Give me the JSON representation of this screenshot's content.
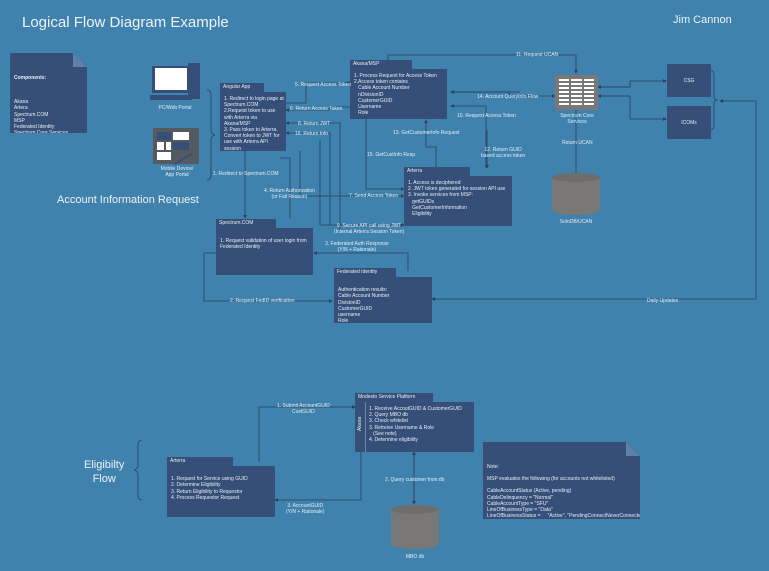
{
  "header": {
    "title": "Logical Flow Diagram Example",
    "author": "Jim Cannon"
  },
  "sections": {
    "account": "Account Information Request",
    "eligibility_line1": "Eligibilty",
    "eligibility_line2": "Flow"
  },
  "components_note": {
    "heading": "Components:",
    "items": "Akana\nArtera\nSpectrum.COM\nMSP\nFederated Identity\nSpectrum Core Services\nSoloDB\nCSG / ICOMS"
  },
  "devices": {
    "pc": "PC/Web Portal",
    "mobile_line1": "Mobile Device/",
    "mobile_line2": "App Portal"
  },
  "packages": {
    "angular": {
      "title": "Angular App",
      "body": "1. Redirect to login page at\nSpectrum.COM\n2.Request token to use\nwith Arterra via\nAkana/MSP\n3. Pass token to Arterra.\nConvert token to JWT for\nuse with Arterra API\nsession"
    },
    "akana": {
      "title": "Akana/MSP",
      "body": "1. Process Request for Access Token\n2.Access token contains\n   Cable Account Number\n   nDivisionID\n   CustomerGUID\n   Username\n   Role"
    },
    "arterra": {
      "title": "Arterra",
      "body": "1. Access is deciphered\n2. JWT token generated for session API use\n3. Invoke services from MSP:\n   getGUIDs\n   GetCustomerInformation\n   Eligibility"
    },
    "spectrum": {
      "title": "Spectrum.COM",
      "body": "\n1. Request validation of user login from\nFederated Identity"
    },
    "fedid": {
      "title": "Federated Identity",
      "body": "\nAuthentication results:\nCable Account Number\nDivisionID\nCustomerGUID\nusername\nRole"
    },
    "modesto": {
      "title": "Modesto Service Platform",
      "side": "Akana",
      "body": "1. Receive AccoutGUID & CustomerGUID\n2. Query MBO db\n3. Check whitelist\n3. Retreive Username & Role\n   (See note)\n4. Determine eligibility"
    },
    "arterra2": {
      "title": "Arterra",
      "body": "\n1. Request for Service using GUID\n2. Determine Eligibility\n3. Return Eligibility to Requestor\n4. Process Requestor Request"
    }
  },
  "systems": {
    "core_services_line1": "Spectrum Core",
    "core_services_line2": "Services",
    "csg": "CSG",
    "icoms": "ICOMs",
    "solodb": "SoloDB/UCAN",
    "mbodb": "MBO db"
  },
  "flow_labels": {
    "f1": "1. Redirect to Spectrum.COM",
    "f2": "2. Request FedID verification",
    "f3a": "3. Federated Auth Response",
    "f3b": "(Y/N + Rationale)",
    "f4a": "4. Return Authorization",
    "f4b": "(or Fail Reason)",
    "f5": "5. Request Access Token",
    "f6": "6. Return Access Token",
    "f7": "7. Send Access Token",
    "f8": "8. Return JWT",
    "f9a": "9. Secure API call using JWT",
    "f9b": "(Internal Arterra Session Token)",
    "f10": "10. Request Access Token",
    "f11": "11. Request UCAN",
    "f12a": "12. Return GUID",
    "f12b": "based access token",
    "f13": "13. GetCustomerInfo Request",
    "f14": "14. Account QueryInfo Flow",
    "f15": "15. GetCustInfo Resp",
    "f16": "16. Return Info",
    "return_ucan": "Return UCAN",
    "daily": "Daily Updates",
    "e1a": "1. Submit AccountGUID",
    "e1b": "CustGUID",
    "e2": "2. Query customer from db",
    "e3a": "3. AccountGUID",
    "e3b": "(Y/N + Rationale)"
  },
  "msp_note": {
    "text": "Note:\n\nMSP evaluates the following (for accounts not whitelisted)\n\nCableAccountStatus (Active, pending)\nCableDelinquency = \"Normal\"\nCableAccountType = \"SFU\"\nLineOfBusinessType = \"Data\"\nLineOfBusinessStatus =     \"Active\", \"PendingConnectNeverConnected\"\n                                           \"PendingConnectPrevConnected\"\n\nRole = \"Primary\""
  }
}
